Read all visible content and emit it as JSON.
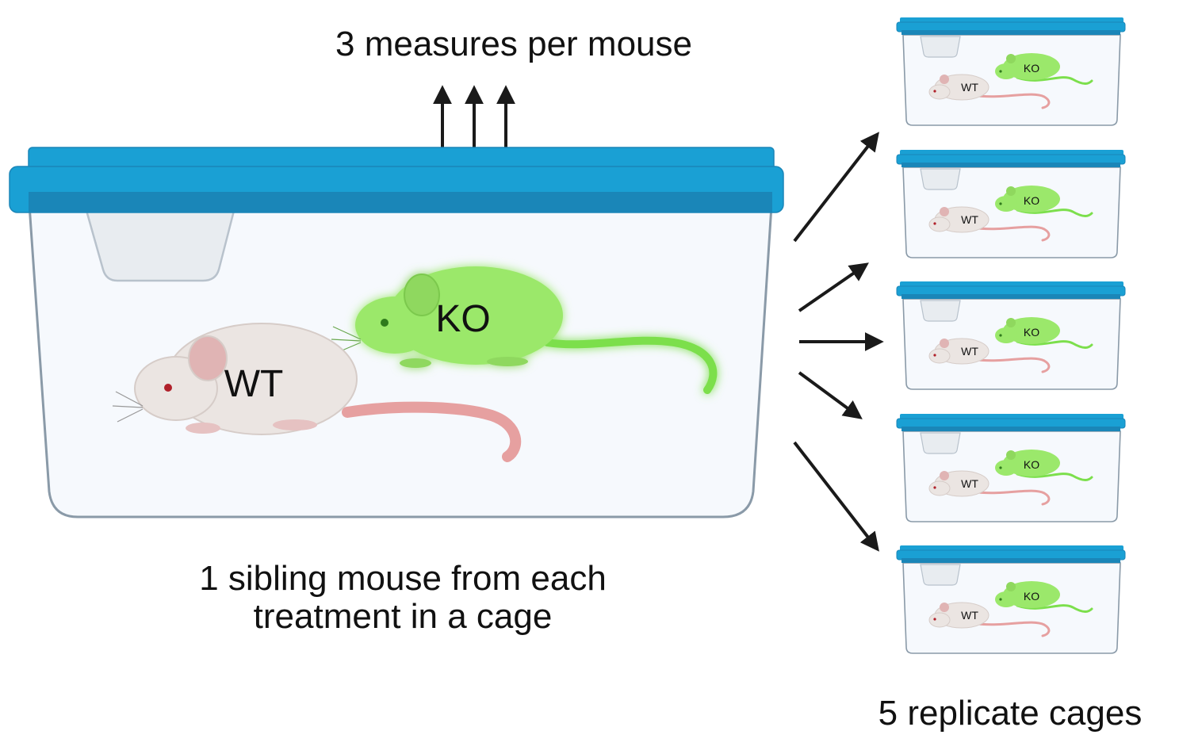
{
  "title": "3 measures per mouse",
  "main_cage": {
    "wt_label": "WT",
    "ko_label": "KO",
    "caption_line1": "1 sibling mouse from each",
    "caption_line2": "treatment in a cage"
  },
  "replicates": {
    "caption": "5 replicate cages",
    "cages": [
      {
        "wt_label": "WT",
        "ko_label": "KO"
      },
      {
        "wt_label": "WT",
        "ko_label": "KO"
      },
      {
        "wt_label": "WT",
        "ko_label": "KO"
      },
      {
        "wt_label": "WT",
        "ko_label": "KO"
      },
      {
        "wt_label": "WT",
        "ko_label": "KO"
      }
    ]
  },
  "colors": {
    "lid": "#1aa0d4",
    "lid_dark": "#1a86b8",
    "cage_fill": "#f6f9fd",
    "cage_stroke": "#8a9aa8",
    "wt_body": "#ebe5e2",
    "wt_tail": "#e6a0a0",
    "ko_body": "#9be86b",
    "ko_glow": "#5ff03a",
    "arrow": "#1a1a1a"
  }
}
